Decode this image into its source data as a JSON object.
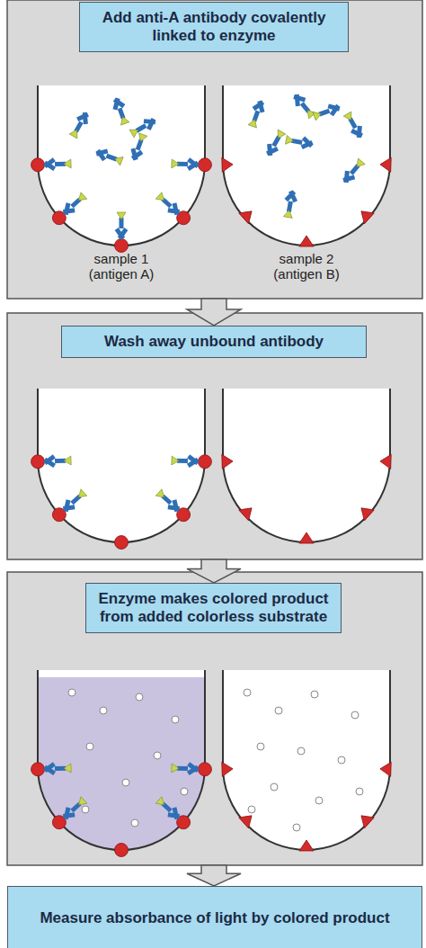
{
  "diagram": {
    "nodes": [
      {
        "text": [
          "Add anti-A antibody covalently linked to enzyme"
        ]
      },
      {
        "text": [
          "Wash away unbound antibody"
        ]
      },
      {
        "text": [
          "Enzyme makes colored product from added colorless substrate"
        ]
      },
      {
        "text": [
          "Measure absorbance of light by colored product"
        ]
      }
    ],
    "labels": [
      "sample 1 (antigen A)",
      "sample 2 (antigen B)"
    ]
  }
}
